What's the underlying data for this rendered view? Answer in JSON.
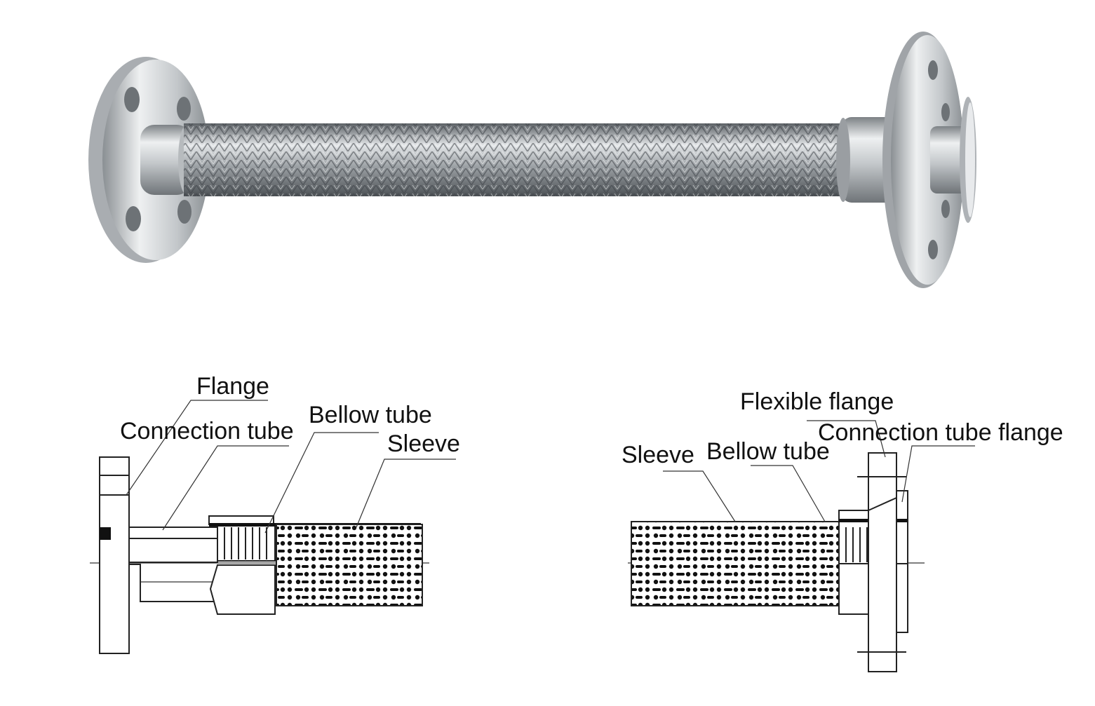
{
  "colors": {
    "metal_light": "#eef0f1",
    "metal_mid": "#c3c7ca",
    "metal_dark": "#7c8185",
    "braid_light": "#d9dcdf",
    "braid_dark": "#5c6166",
    "line": "#222222",
    "background": "#ffffff"
  },
  "left_diagram": {
    "labels": {
      "flange": "Flange",
      "connection_tube": "Connection tube",
      "bellow_tube": "Bellow tube",
      "sleeve": "Sleeve"
    }
  },
  "right_diagram": {
    "labels": {
      "flexible_flange": "Flexible flange",
      "connection_tube_flange": "Connection tube flange",
      "sleeve": "Sleeve",
      "bellow_tube": "Bellow tube"
    }
  }
}
